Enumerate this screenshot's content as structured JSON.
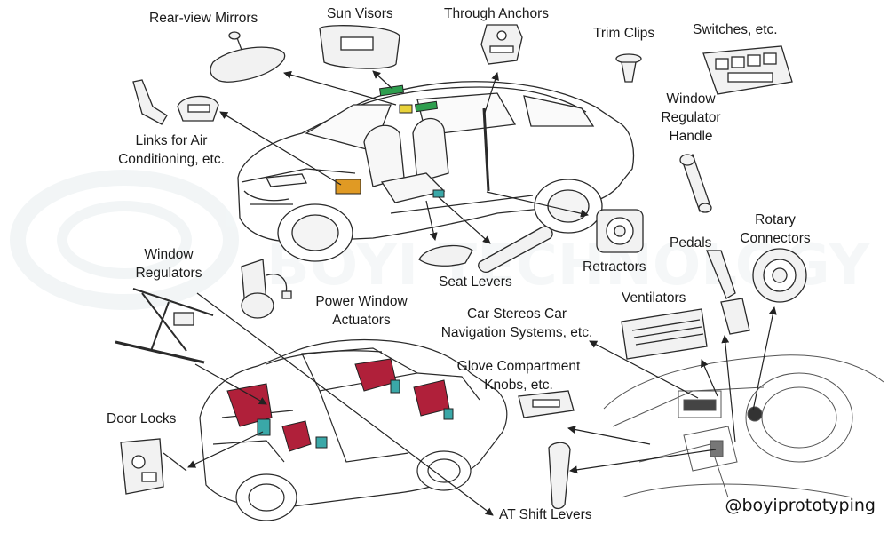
{
  "labels": {
    "rear_view_mirrors": "Rear-view Mirrors",
    "sun_visors": "Sun Visors",
    "through_anchors": "Through  Anchors",
    "trim_clips": "Trim Clips",
    "switches": "Switches, etc.",
    "window_regulator_handle": [
      "Window",
      "Regulator",
      "Handle"
    ],
    "links_air": [
      "Links for Air",
      "Conditioning, etc."
    ],
    "retractors": "Retractors",
    "pedals": "Pedals",
    "rotary_connectors": [
      "Rotary",
      "Connectors"
    ],
    "seat_levers": "Seat Levers",
    "window_regulators": [
      "Window",
      "Regulators"
    ],
    "power_window_actuators": [
      "Power Window",
      "Actuators"
    ],
    "ventilators": "Ventilators",
    "car_stereos": [
      "Car Stereos Car",
      "Navigation Systems, etc."
    ],
    "glove_compartment": [
      "Glove Compartment",
      "Knobs, etc."
    ],
    "door_locks": "Door Locks",
    "at_shift_levers": "AT Shift Levers"
  },
  "watermark": "@boyiprototyping",
  "colors": {
    "line": "#2a2a2a",
    "part_fill": "#f2f2f2",
    "green_part": "#2e9e4e",
    "yellow_part": "#e8d23a",
    "orange_part": "#e09a24",
    "teal_part": "#3aa8a8",
    "red_part": "#b0203a",
    "watermark_faint": "#e9eef0"
  }
}
